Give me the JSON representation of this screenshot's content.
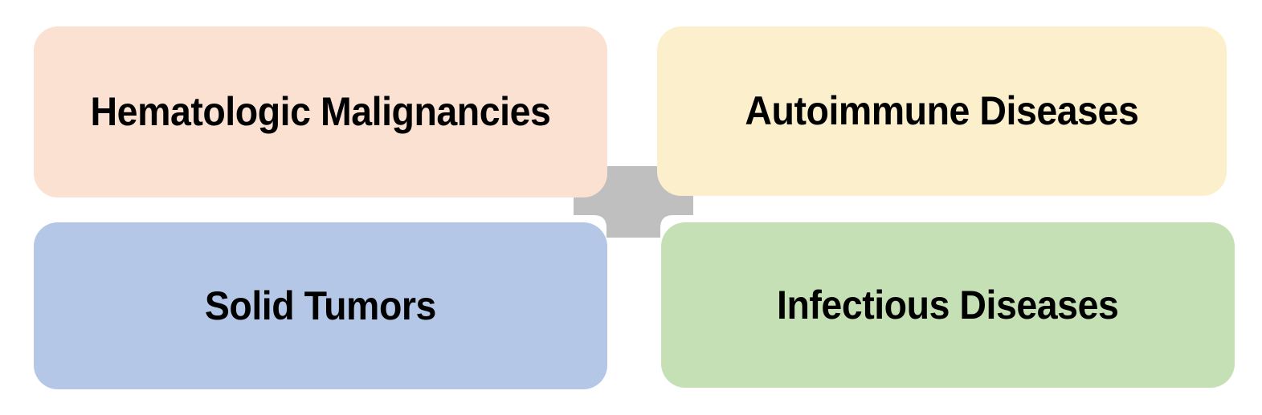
{
  "diagram": {
    "type": "four-quadrant-hub-diagram",
    "background_color": "#FFFFFF",
    "hub": {
      "name": "center-hub",
      "shape": "cross",
      "color": "#BFBFBF",
      "label": ""
    },
    "nodes": [
      {
        "id": "hematologic-malignancies",
        "label": "Hematologic Malignancies",
        "color": "#FAE1D2",
        "position": "top-left"
      },
      {
        "id": "autoimmune-diseases",
        "label": "Autoimmune Diseases",
        "color": "#FCF0CC",
        "position": "top-right"
      },
      {
        "id": "solid-tumors",
        "label": "Solid Tumors",
        "color": "#B4C7E7",
        "position": "bottom-left"
      },
      {
        "id": "infectious-diseases",
        "label": "Infectious Diseases",
        "color": "#C5E0B4",
        "position": "bottom-right"
      }
    ]
  }
}
